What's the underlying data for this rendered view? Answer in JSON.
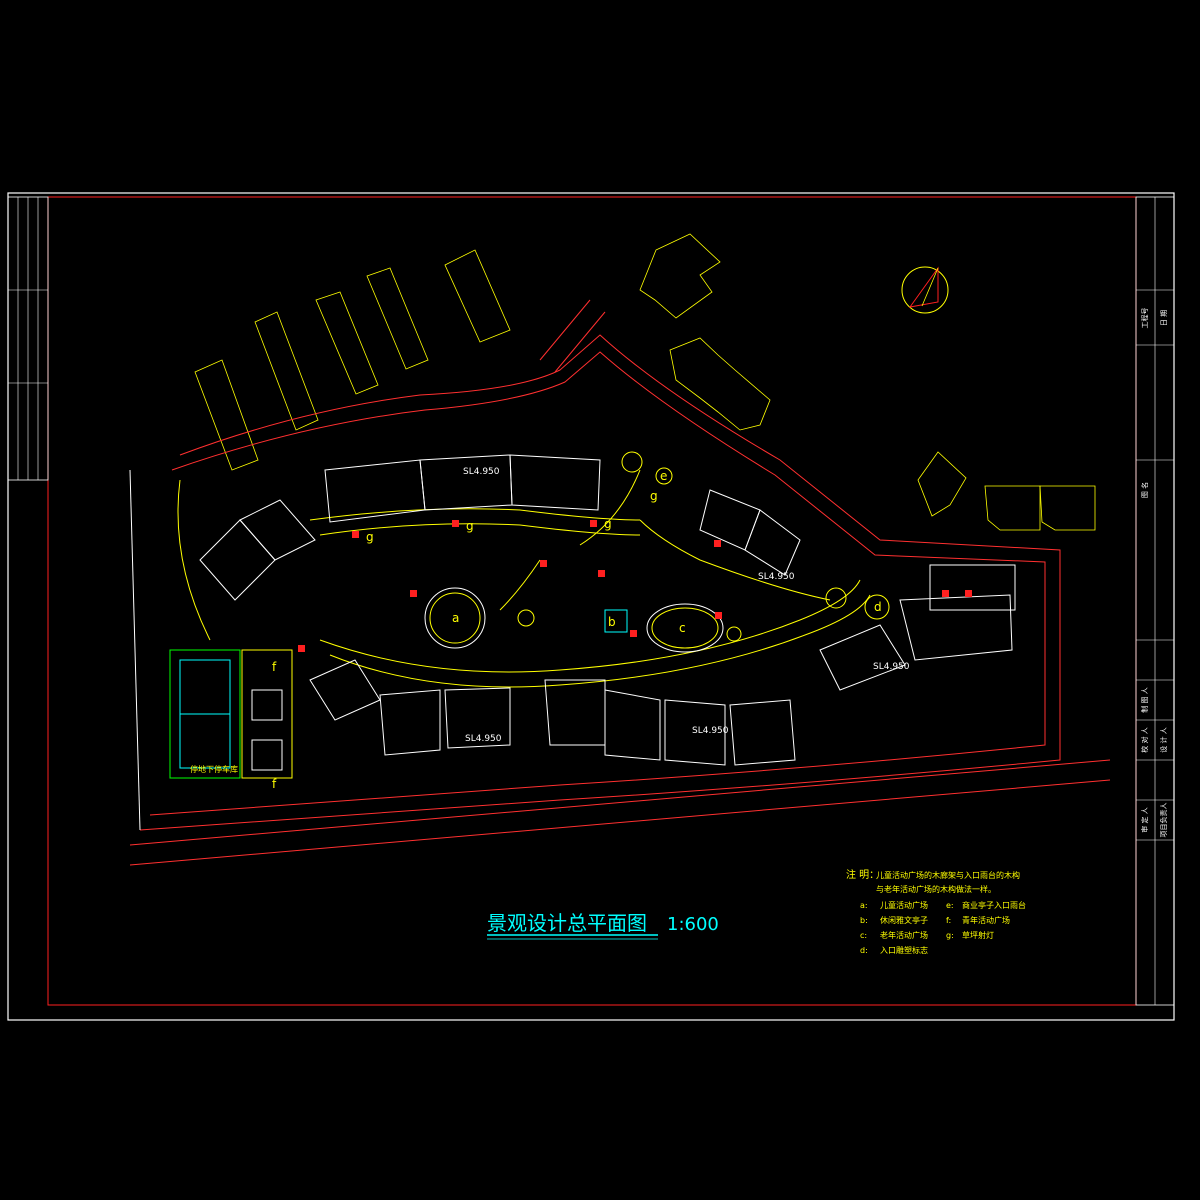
{
  "title": {
    "main": "景观设计总平面图",
    "scale": "1:600"
  },
  "notes": {
    "heading": "注 明：",
    "line1": "儿童活动广场的木廊架与入口雨台的木构",
    "line2": "与老年活动广场的木构做法一样。",
    "legend": [
      {
        "key": "a:",
        "text": "儿童活动广场"
      },
      {
        "key": "b:",
        "text": "休闲雅文亭子"
      },
      {
        "key": "c:",
        "text": "老年活动广场"
      },
      {
        "key": "d:",
        "text": "入口雕塑标志"
      },
      {
        "key": "e:",
        "text": "商业亭子入口雨台"
      },
      {
        "key": "f:",
        "text": "青年活动广场"
      },
      {
        "key": "g:",
        "text": "草坪射灯"
      }
    ]
  },
  "plan_labels": {
    "zone_a": "a",
    "zone_b": "b",
    "zone_c": "c",
    "zone_d": "d",
    "zone_e": "e",
    "zone_f1": "f",
    "zone_f2": "f",
    "zone_g1": "g",
    "zone_g2": "g",
    "zone_g3": "g",
    "zone_g4": "g",
    "sl_1": "SL4.950",
    "sl_2": "SL4.950",
    "sl_3": "SL4.950",
    "sl_4": "SL4.950",
    "sl_5": "SL4.950",
    "court_label": "停地下停车库"
  },
  "title_block": {
    "right_top_1": "工程号",
    "right_top_2": "日 期",
    "right_mid": "图 名",
    "right_bottom": [
      "审 定 人",
      "项目负责人",
      "校 对 人",
      "设 计 人",
      "制 图 人"
    ]
  },
  "colors": {
    "frame": "#ffffff",
    "border": "#ff0000",
    "building": "#ffffff",
    "path": "#ffff00",
    "road": "#ff3030",
    "accent_cyan": "#00ffff",
    "accent_blue": "#4040ff",
    "accent_magenta": "#ff00ff",
    "accent_green": "#00ff00"
  }
}
